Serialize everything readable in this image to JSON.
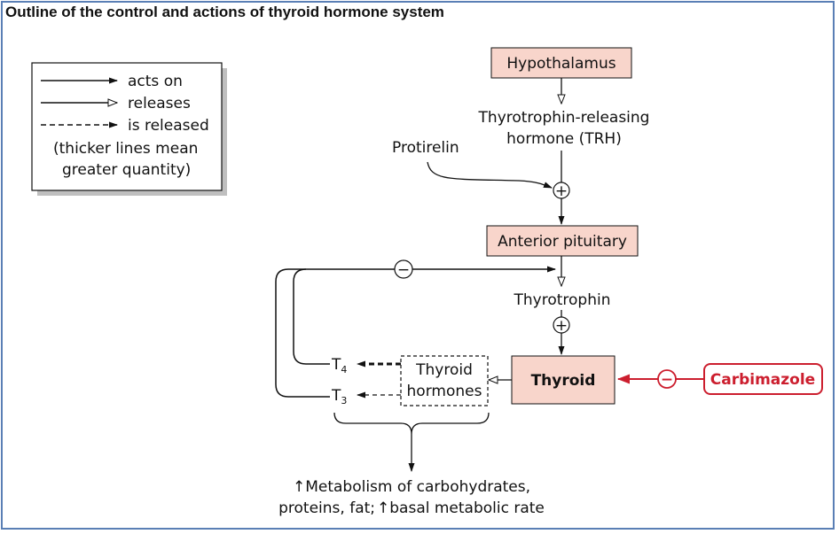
{
  "title": "Outline of the control and actions of thyroid hormone system",
  "legend": {
    "acts_on": "acts on",
    "releases": "releases",
    "is_released": "is released",
    "note_line1": "(thicker lines mean",
    "note_line2": "greater quantity)"
  },
  "nodes": {
    "hypothalamus": "Hypothalamus",
    "trh_line1": "Thyrotrophin-releasing",
    "trh_line2": "hormone (TRH)",
    "protirelin": "Protirelin",
    "anterior_pituitary": "Anterior pituitary",
    "thyrotrophin": "Thyrotrophin",
    "thyroid": "Thyroid",
    "carbimazole": "Carbimazole",
    "thyroid_hormones_line1": "Thyroid",
    "thyroid_hormones_line2": "hormones",
    "t4_base": "T",
    "t4_sub": "4",
    "t3_base": "T",
    "t3_sub": "3",
    "effect_line1": "Metabolism of carbohydrates,",
    "effect_line2": "proteins, fat;",
    "effect_line3": "basal metabolic rate",
    "up_arrow": "↑"
  },
  "signs": {
    "plus": "+",
    "minus": "−"
  },
  "colors": {
    "box_fill": "#f8d5cb",
    "red": "#cc1e2e",
    "frame": "#5a7fb5"
  }
}
